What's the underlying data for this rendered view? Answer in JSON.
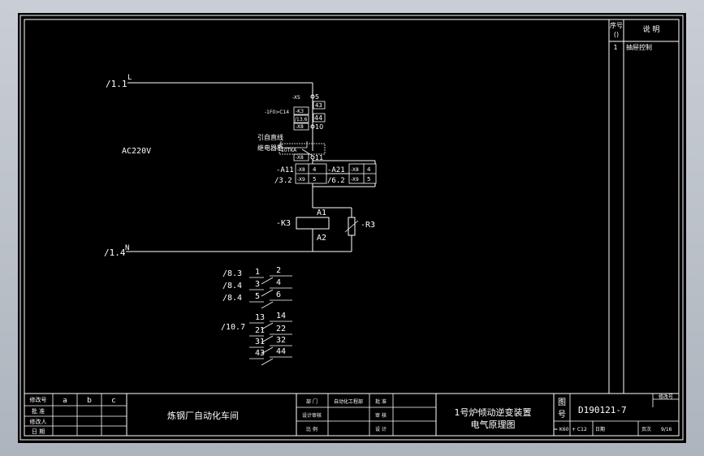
{
  "notes_table": {
    "col_no_line1": "序号",
    "col_no_line2": "()",
    "col_desc": "说  明",
    "row_no": "1",
    "row_desc": "抽屉控制"
  },
  "circuit": {
    "ref_l": "/1.1",
    "phase_l": "L",
    "ref_n": "/1.4",
    "phase_n": "N",
    "voltage": "AC220V",
    "x5_tag": "-X5",
    "x5_pin": "5",
    "x5_pin2": "43",
    "fuse_tag": "-1F0>C14",
    "fuse_ref": "-K3",
    "fuse_ref2": "/13.6",
    "fuse_pin": "44",
    "x8_tag": "-X8",
    "x8_pin": "10",
    "x8_tag2": "-X8",
    "x8_pin2": "11",
    "relay_note_1": "引自直线",
    "relay_note_2": "继电器柜",
    "relay_box": "10TKA",
    "a11_tag": "-A11",
    "a11_ref": "/3.2",
    "a11_c1": "-X8",
    "a11_c2": "-X9",
    "a11_p1": "4",
    "a11_p2": "5",
    "a21_tag": "-A21",
    "a21_ref": "/6.2",
    "a21_c1": "-X8",
    "a21_c2": "-X9",
    "a21_p1": "4",
    "a21_p2": "5",
    "coil_tag": "-K3",
    "coil_a1": "A1",
    "coil_a2": "A2",
    "resistor_tag": "-R3"
  },
  "contacts": [
    {
      "ref": "/8.3",
      "a": "1",
      "b": "2"
    },
    {
      "ref": "/8.4",
      "a": "3",
      "b": "4"
    },
    {
      "ref": "/8.4",
      "a": "5",
      "b": "6"
    },
    {
      "ref": "/10.7",
      "a": "13",
      "b": "14"
    },
    {
      "ref": "",
      "a": "21",
      "b": "22"
    },
    {
      "ref": "",
      "a": "31",
      "b": "32"
    },
    {
      "ref": "",
      "a": "43",
      "b": "44"
    }
  ],
  "title_block": {
    "rev_label": "修改号",
    "rev_cols": [
      "a",
      "b",
      "c"
    ],
    "approve": "批 准",
    "editor": "修改人",
    "date": "日 期",
    "company": "炼钢厂自动化车间",
    "dept_label": "部  门",
    "dept_value": "自动化工程部",
    "design_check": "设计审核",
    "scale": "比  例",
    "ratify": "批  准",
    "review": "审  核",
    "design": "设  计",
    "title_line1": "1号炉倾动逆变装置",
    "title_line2": "电气原理图",
    "drawing_no_label_1": "图",
    "drawing_no_label_2": "号",
    "drawing_no": "D190121-7",
    "rev_no_label": "修改号",
    "location": "= K60",
    "unit": "+ C12",
    "date_label": "日期",
    "page_label": "页次",
    "page_value": "9/16"
  }
}
